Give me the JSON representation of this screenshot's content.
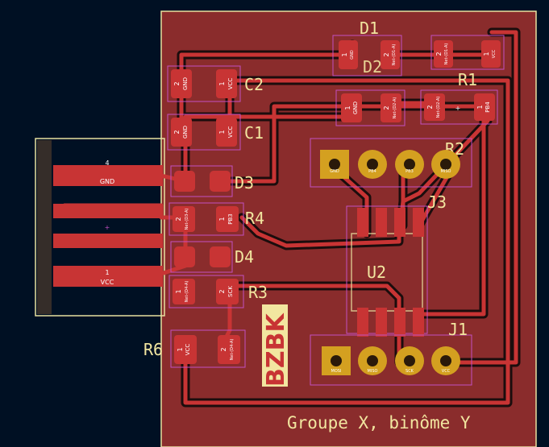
{
  "board": {
    "title_text": "Groupe X, binôme Y",
    "logo_text": "BZBK"
  },
  "refs": {
    "D1": "D1",
    "D2": "D2",
    "D3": "D3",
    "D4": "D4",
    "C1": "C1",
    "C2": "C2",
    "R1": "R1",
    "R2": "R2",
    "R3": "R3",
    "R4": "R4",
    "R6": "R6",
    "J1": "J1",
    "J3": "J3",
    "U2": "U2"
  },
  "connector": {
    "gnd_pin": "4",
    "gnd_label": "GND",
    "vcc_pin": "1",
    "vcc_label": "VCC"
  },
  "pads": {
    "d1_1": "1",
    "d1_1n": "GND",
    "d1_2": "2",
    "d1_2n": "Net-(D1-A)",
    "r1_2": "2",
    "r1_2n": "Net-(D1-A)",
    "r1_1": "1",
    "r1_1n": "VCC",
    "c2_2": "2",
    "c2_2n": "GND",
    "c2_1": "1",
    "c2_1n": "VCC",
    "c1_2": "2",
    "c1_2n": "GND",
    "c1_1": "1",
    "c1_1n": "VCC",
    "d2_1": "1",
    "d2_1n": "GND",
    "d2_2": "2",
    "d2_2n": "Net-(D2-A)",
    "r2_2": "2",
    "r2_2n": "Net-(D2-A)",
    "r2_1": "1",
    "r2_1n": "PB4",
    "r4_2": "2",
    "r4_2n": "Net-(D3-A)",
    "r4_1": "1",
    "r4_1n": "PB3",
    "r3_1": "1",
    "r3_1n": "Net-(D4-A)",
    "r3_2": "2",
    "r3_2n": "SCK",
    "r6_1": "1",
    "r6_1n": "VCC",
    "r6_2": "2",
    "r6_2n": "Net-(D4-A)",
    "j3_1": "GND",
    "j3_2": "PB4",
    "j3_3": "PB3",
    "j3_4": "MISO",
    "j1_1": "MOSI",
    "j1_2": "MISO",
    "j1_3": "SCK",
    "j1_4": "VCC"
  },
  "colors": {
    "background": "#001023",
    "substrate": "#8a2c2c",
    "copper": "#c83434",
    "silkscreen": "#f2e6a0",
    "courtyard": "#c24fc2",
    "edge_cuts": "#e8e0a0"
  }
}
